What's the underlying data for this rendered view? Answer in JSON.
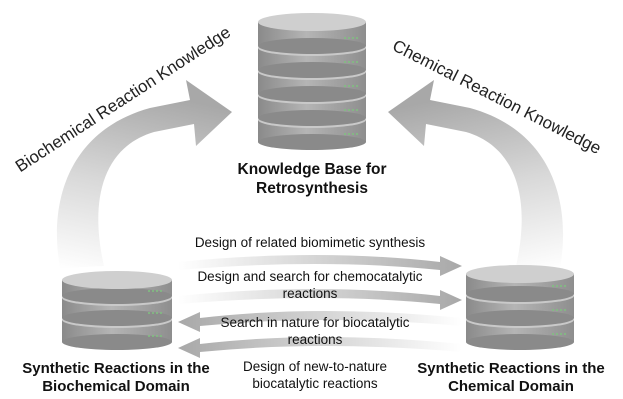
{
  "arc_labels": {
    "left": "Biochemical Reaction Knowledge",
    "right": "Chemical Reaction Knowledge"
  },
  "databases": {
    "top": {
      "title_line1": "Knowledge Base for",
      "title_line2": "Retrosynthesis"
    },
    "left": {
      "title_line1": "Synthetic Reactions in the",
      "title_line2": "Biochemical Domain"
    },
    "right": {
      "title_line1": "Synthetic Reactions in the",
      "title_line2": "Chemical Domain"
    }
  },
  "flows": {
    "to_chemical": {
      "item1": "Design of related biomimetic synthesis",
      "item2_line1": "Design and search for chemocatalytic",
      "item2_line2": "reactions"
    },
    "to_biochemical": {
      "item1_line1": "Search in nature for biocatalytic",
      "item1_line2": "reactions",
      "item2_line1": "Design of new-to-nature",
      "item2_line2": "biocatalytic reactions"
    }
  },
  "colors": {
    "disk_top": "#c9c9c9",
    "disk_side": "#9a9a9a",
    "disk_rim": "#7c7c7c",
    "accent_dash": "#7fc27f",
    "arrow": "#a6a6a6"
  }
}
